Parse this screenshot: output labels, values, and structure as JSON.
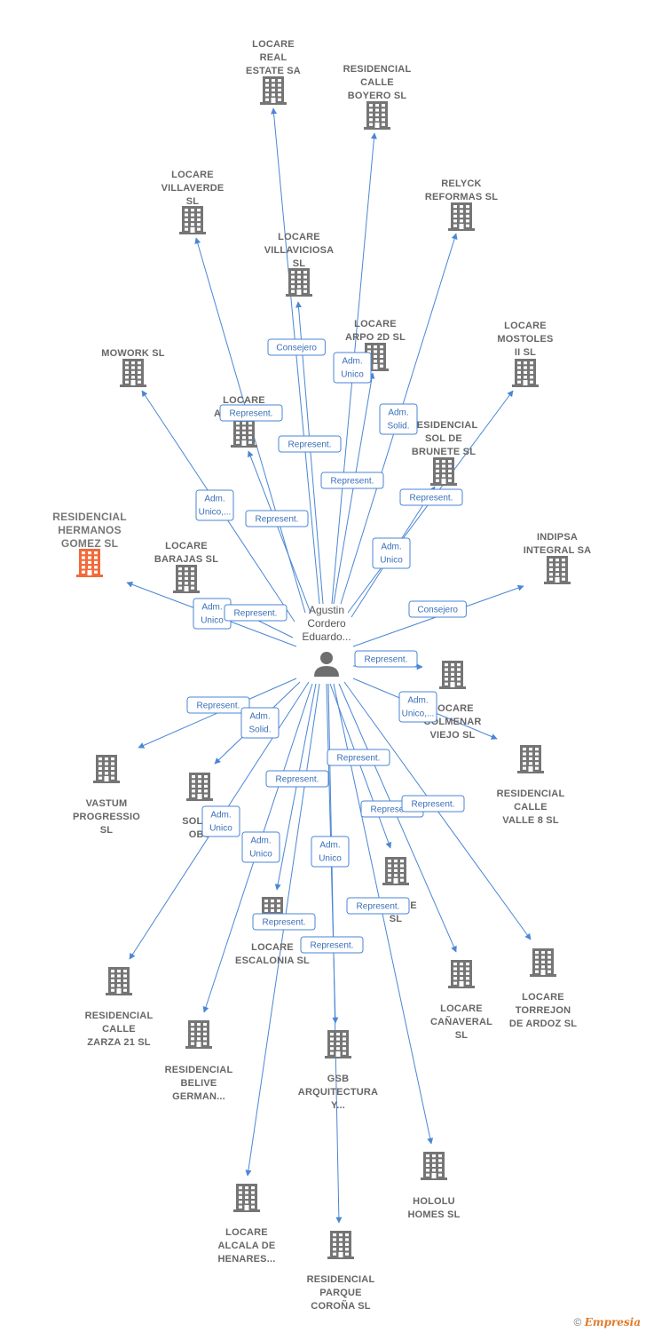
{
  "colors": {
    "edge": "#4a86d4",
    "node": "#757575",
    "highlight": "#f26a3a",
    "label": "#666666"
  },
  "person": {
    "label": [
      "Agustin",
      "Cordero",
      "Eduardo..."
    ],
    "icon": "person-icon"
  },
  "nodes": [
    {
      "id": "locare-real-estate",
      "label": [
        "LOCARE",
        "REAL",
        "ESTATE SA"
      ]
    },
    {
      "id": "res-calle-boyero",
      "label": [
        "RESIDENCIAL",
        "CALLE",
        "BOYERO  SL"
      ]
    },
    {
      "id": "locare-villaverde",
      "label": [
        "LOCARE",
        "VILLAVERDE",
        "SL"
      ]
    },
    {
      "id": "relyck-reformas",
      "label": [
        "RELYCK",
        "REFORMAS  SL"
      ]
    },
    {
      "id": "locare-villaviciosa",
      "label": [
        "LOCARE",
        "VILLAVICIOSA",
        "SL"
      ]
    },
    {
      "id": "locare-arpo-2d",
      "label": [
        "LOCARE",
        "ARPO 2D  SL"
      ]
    },
    {
      "id": "mowork",
      "label": [
        "MOWORK  SL"
      ]
    },
    {
      "id": "locare-mostoles",
      "label": [
        "LOCARE",
        "MOSTOLES",
        "II  SL"
      ]
    },
    {
      "id": "locare-arpo-2c",
      "label": [
        "LOCARE",
        "ARPO 2C  SL"
      ]
    },
    {
      "id": "res-sol-brunete",
      "label": [
        "RESIDENCIAL",
        "SOL DE",
        "BRUNETE  SL"
      ]
    },
    {
      "id": "res-hermanos-gomez",
      "label": [
        "RESIDENCIAL",
        "HERMANOS",
        "GOMEZ  SL"
      ],
      "highlight": true
    },
    {
      "id": "locare-barajas",
      "label": [
        "LOCARE",
        "BARAJAS  SL"
      ]
    },
    {
      "id": "indipsa",
      "label": [
        "INDIPSA",
        "INTEGRAL SA"
      ]
    },
    {
      "id": "locare-colmenar",
      "label": [
        "LOCARE",
        "COLMENAR",
        "VIEJO  SL"
      ]
    },
    {
      "id": "res-calle-valle",
      "label": [
        "RESIDENCIAL",
        "CALLE",
        "VALLE 8  SL"
      ]
    },
    {
      "id": "vastum",
      "label": [
        "VASTUM",
        "PROGRESSIO",
        "SL"
      ]
    },
    {
      "id": "solar-obs",
      "label": [
        "SOLAR",
        "OBS"
      ]
    },
    {
      "id": "locare-x",
      "label": [
        "LOCARE",
        "SL"
      ]
    },
    {
      "id": "locare-escalonia",
      "label": [
        "LOCARE",
        "ESCALONIA  SL"
      ]
    },
    {
      "id": "locare-canaveral",
      "label": [
        "LOCARE",
        "CAÑAVERAL",
        "SL"
      ]
    },
    {
      "id": "locare-torrejon",
      "label": [
        "LOCARE",
        "TORREJON",
        "DE ARDOZ  SL"
      ]
    },
    {
      "id": "res-calle-zarza",
      "label": [
        "RESIDENCIAL",
        "CALLE",
        "ZARZA 21  SL"
      ]
    },
    {
      "id": "res-belive",
      "label": [
        "RESIDENCIAL",
        "BELIVE",
        "GERMAN..."
      ]
    },
    {
      "id": "gsb",
      "label": [
        "GSB",
        "ARQUITECTURA",
        "Y..."
      ]
    },
    {
      "id": "hololu",
      "label": [
        "HOLOLU",
        "HOMES  SL"
      ]
    },
    {
      "id": "locare-alcala",
      "label": [
        "LOCARE",
        "ALCALA DE",
        "HENARES..."
      ]
    },
    {
      "id": "res-parque-corona",
      "label": [
        "RESIDENCIAL",
        "PARQUE",
        "COROÑA  SL"
      ]
    }
  ],
  "edges": [
    {
      "to": "locare-real-estate",
      "label": [
        "Consejero"
      ]
    },
    {
      "to": "res-calle-boyero",
      "label": [
        "Represent."
      ]
    },
    {
      "to": "locare-villaverde",
      "label": [
        "Represent."
      ]
    },
    {
      "to": "relyck-reformas",
      "label": [
        "Adm.",
        "Solid."
      ]
    },
    {
      "to": "locare-villaviciosa",
      "label": [
        "Represent."
      ]
    },
    {
      "to": "locare-arpo-2d",
      "label": [
        "Adm.",
        "Unico"
      ]
    },
    {
      "to": "mowork",
      "label": [
        "Adm.",
        "Unico,..."
      ]
    },
    {
      "to": "locare-mostoles",
      "label": [
        "Represent."
      ]
    },
    {
      "to": "locare-arpo-2c",
      "label": [
        "Represent."
      ]
    },
    {
      "to": "res-sol-brunete",
      "label": [
        "Adm.",
        "Unico"
      ]
    },
    {
      "to": "res-hermanos-gomez",
      "label": [
        "Adm.",
        "Unico"
      ]
    },
    {
      "to": "locare-barajas",
      "label": [
        "Represent."
      ]
    },
    {
      "to": "indipsa",
      "label": [
        "Consejero"
      ]
    },
    {
      "to": "locare-colmenar",
      "label": [
        "Represent."
      ]
    },
    {
      "to": "res-calle-valle",
      "label": [
        "Adm.",
        "Unico,..."
      ]
    },
    {
      "to": "vastum",
      "label": [
        "Represent."
      ]
    },
    {
      "to": "solar-obs",
      "label": [
        "Adm.",
        "Solid."
      ]
    },
    {
      "to": "locare-x",
      "label": [
        "Represent."
      ]
    },
    {
      "to": "locare-escalonia",
      "label": [
        "Represent."
      ]
    },
    {
      "to": "locare-canaveral",
      "label": [
        "Represent."
      ]
    },
    {
      "to": "locare-torrejon",
      "label": [
        "Represent."
      ]
    },
    {
      "to": "res-calle-zarza",
      "label": [
        "Adm.",
        "Unico"
      ]
    },
    {
      "to": "res-belive",
      "label": [
        "Adm.",
        "Unico"
      ]
    },
    {
      "to": "gsb",
      "label": [
        "Adm.",
        "Unico"
      ]
    },
    {
      "to": "hololu",
      "label": [
        "Represent."
      ]
    },
    {
      "to": "locare-alcala",
      "label": [
        "Represent."
      ]
    },
    {
      "to": "res-parque-corona",
      "label": [
        "Represent."
      ]
    }
  ],
  "footer": {
    "copyright": "©",
    "brand": "Empresia"
  }
}
